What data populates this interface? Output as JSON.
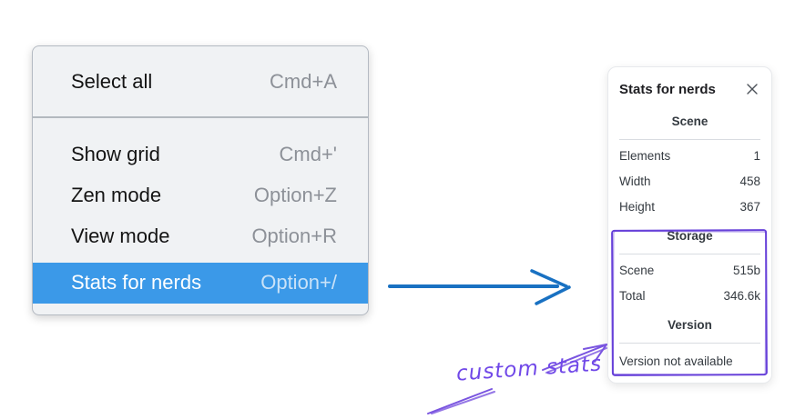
{
  "context_menu": {
    "items": [
      {
        "label": "Select all",
        "shortcut": "Cmd+A",
        "selected": false
      },
      {
        "label": "Show grid",
        "shortcut": "Cmd+'",
        "selected": false
      },
      {
        "label": "Zen mode",
        "shortcut": "Option+Z",
        "selected": false
      },
      {
        "label": "View mode",
        "shortcut": "Option+R",
        "selected": false
      },
      {
        "label": "Stats for nerds",
        "shortcut": "Option+/",
        "selected": true
      }
    ]
  },
  "stats_panel": {
    "title": "Stats for nerds",
    "close_icon": "close-x",
    "sections": [
      {
        "heading": "Scene",
        "rows": [
          {
            "label": "Elements",
            "value": "1"
          },
          {
            "label": "Width",
            "value": "458"
          },
          {
            "label": "Height",
            "value": "367"
          }
        ]
      },
      {
        "heading": "Storage",
        "rows": [
          {
            "label": "Scene",
            "value": "515b"
          },
          {
            "label": "Total",
            "value": "346.6k"
          }
        ],
        "highlighted_by_annotation": true
      },
      {
        "heading": "Version",
        "note": "Version not available",
        "highlighted_by_annotation": true
      }
    ]
  },
  "annotation": {
    "text": "custom stats"
  },
  "colors": {
    "menu_highlight_blue": "#3b99e8",
    "arrow_blue": "#1971c2",
    "annotation_violet": "#7a55e0",
    "box_violet": "#6741d9"
  }
}
